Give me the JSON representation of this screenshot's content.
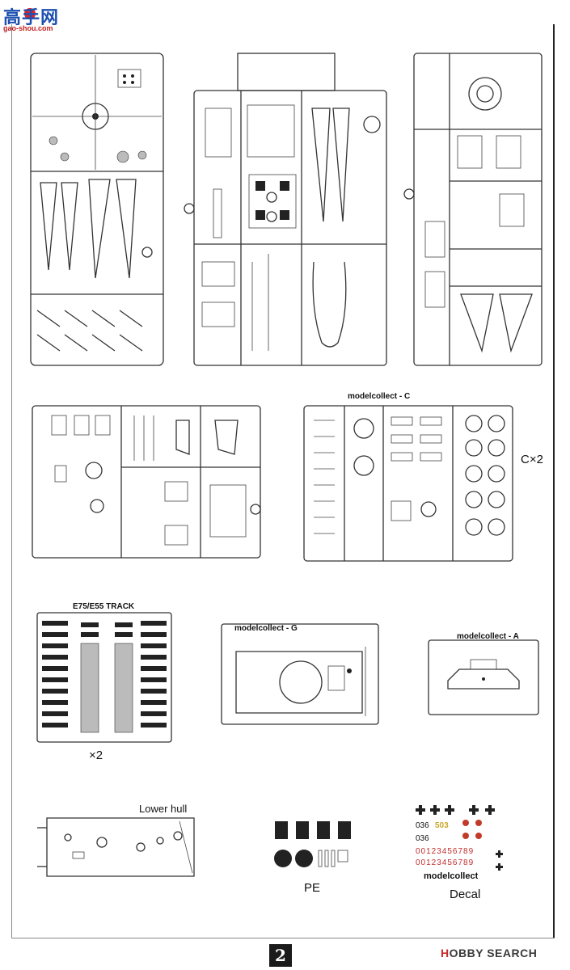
{
  "watermark": {
    "site_cn": "高手网",
    "site_url": "gao-shou.com"
  },
  "labels": {
    "track_title": "E75/E55 TRACK",
    "track_qty": "×2",
    "c_qty": "C×2",
    "lower_hull": "Lower hull",
    "pe": "PE",
    "decal": "Decal",
    "brand_c": "modelcollect - C",
    "brand_g": "modelcollect - G",
    "brand_a": "modelcollect - A",
    "decal_brand": "modelcollect"
  },
  "decal": {
    "row1": "036",
    "row2": "036",
    "numbers_red": "00123456789",
    "numbers_red2": "00123456789",
    "yellow": "503"
  },
  "page_number": "2",
  "footer_logo": {
    "prefix": "H",
    "text": "OBBY SEARCH"
  }
}
